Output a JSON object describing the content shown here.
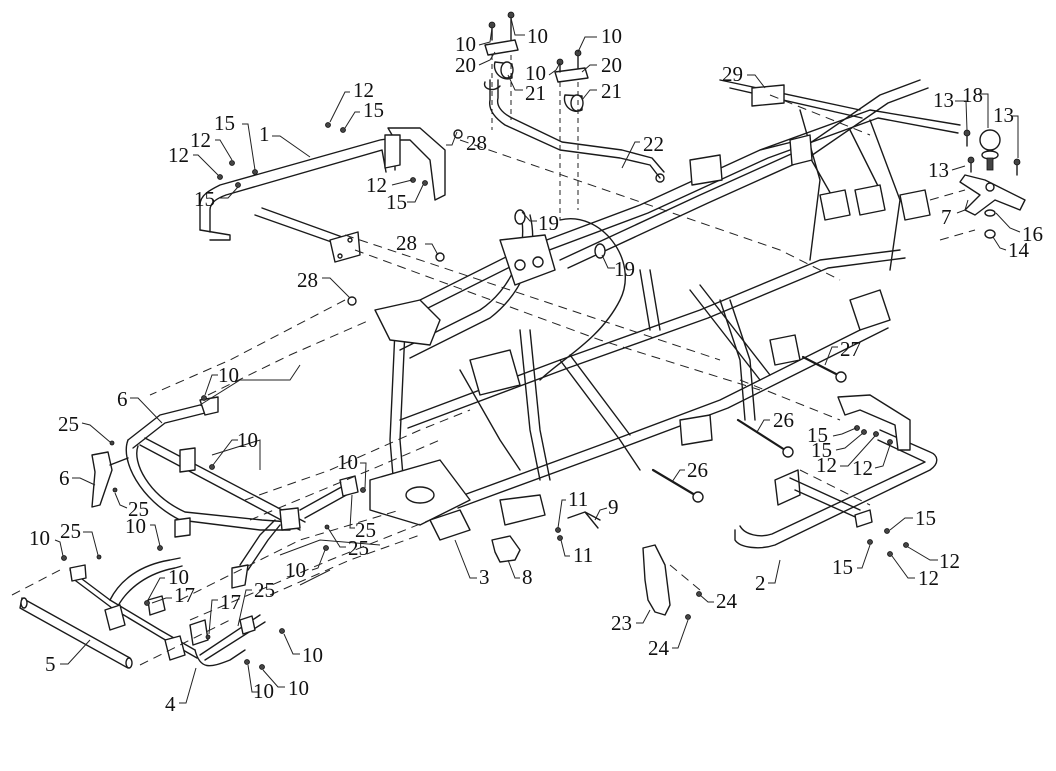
{
  "diagram": {
    "title": "ATV Frame Exploded Parts Diagram",
    "colors": {
      "line": "#1a1a1a",
      "background": "#ffffff"
    },
    "callouts": [
      {
        "id": "c-10-a",
        "label": "10",
        "part": "bolt"
      },
      {
        "id": "c-10-b",
        "label": "10",
        "part": "bolt"
      },
      {
        "id": "c-20-a",
        "label": "20",
        "part": "stabilizer-bracket"
      },
      {
        "id": "c-21-a",
        "label": "21",
        "part": "stabilizer-bushing"
      },
      {
        "id": "c-10-c",
        "label": "10",
        "part": "bolt"
      },
      {
        "id": "c-10-d",
        "label": "10",
        "part": "bolt"
      },
      {
        "id": "c-20-b",
        "label": "20",
        "part": "stabilizer-bracket"
      },
      {
        "id": "c-21-b",
        "label": "21",
        "part": "stabilizer-bushing"
      },
      {
        "id": "c-22",
        "label": "22",
        "part": "stabilizer-bar"
      },
      {
        "id": "c-29",
        "label": "29",
        "part": "label-plate"
      },
      {
        "id": "c-18",
        "label": "18",
        "part": "hitch-ball"
      },
      {
        "id": "c-13-a",
        "label": "13",
        "part": "bolt"
      },
      {
        "id": "c-13-b",
        "label": "13",
        "part": "bolt"
      },
      {
        "id": "c-13-c",
        "label": "13",
        "part": "bolt"
      },
      {
        "id": "c-7",
        "label": "7",
        "part": "hitch-plate"
      },
      {
        "id": "c-16",
        "label": "16",
        "part": "washer"
      },
      {
        "id": "c-14",
        "label": "14",
        "part": "nut"
      },
      {
        "id": "c-12-a",
        "label": "12",
        "part": "bolt"
      },
      {
        "id": "c-15-a",
        "label": "15",
        "part": "washer"
      },
      {
        "id": "c-1",
        "label": "1",
        "part": "front-bumper"
      },
      {
        "id": "c-15-b",
        "label": "15",
        "part": "washer"
      },
      {
        "id": "c-12-b",
        "label": "12",
        "part": "bolt"
      },
      {
        "id": "c-12-c",
        "label": "12",
        "part": "bolt"
      },
      {
        "id": "c-15-c",
        "label": "15",
        "part": "washer"
      },
      {
        "id": "c-28-a",
        "label": "28",
        "part": "nut"
      },
      {
        "id": "c-12-d",
        "label": "12",
        "part": "bolt"
      },
      {
        "id": "c-15-d",
        "label": "15",
        "part": "washer"
      },
      {
        "id": "c-19-a",
        "label": "19",
        "part": "bushing"
      },
      {
        "id": "c-19-b",
        "label": "19",
        "part": "bushing"
      },
      {
        "id": "c-28-b",
        "label": "28",
        "part": "nut"
      },
      {
        "id": "c-28-c",
        "label": "28",
        "part": "nut"
      },
      {
        "id": "c-27",
        "label": "27",
        "part": "long-bolt"
      },
      {
        "id": "c-10-e",
        "label": "10",
        "part": "bolt"
      },
      {
        "id": "c-6-a",
        "label": "6",
        "part": "front-subframe"
      },
      {
        "id": "c-25-a",
        "label": "25",
        "part": "screw"
      },
      {
        "id": "c-10-f",
        "label": "10",
        "part": "bolt"
      },
      {
        "id": "c-6-b",
        "label": "6",
        "part": "bracket"
      },
      {
        "id": "c-25-b",
        "label": "25",
        "part": "screw"
      },
      {
        "id": "c-10-g",
        "label": "10",
        "part": "bolt"
      },
      {
        "id": "c-25-c",
        "label": "25",
        "part": "screw"
      },
      {
        "id": "c-25-d",
        "label": "25",
        "part": "screw"
      },
      {
        "id": "c-10-h",
        "label": "10",
        "part": "bolt"
      },
      {
        "id": "c-25-e",
        "label": "25",
        "part": "screw"
      },
      {
        "id": "c-10-i",
        "label": "10",
        "part": "bolt"
      },
      {
        "id": "c-10-j",
        "label": "10",
        "part": "bolt"
      },
      {
        "id": "c-10-k",
        "label": "10",
        "part": "bolt"
      },
      {
        "id": "c-17-a",
        "label": "17",
        "part": "clip"
      },
      {
        "id": "c-17-b",
        "label": "17",
        "part": "clip"
      },
      {
        "id": "c-25-f",
        "label": "25",
        "part": "screw"
      },
      {
        "id": "c-5",
        "label": "5",
        "part": "tube"
      },
      {
        "id": "c-10-l",
        "label": "10",
        "part": "bolt"
      },
      {
        "id": "c-10-m",
        "label": "10",
        "part": "bolt"
      },
      {
        "id": "c-10-n",
        "label": "10",
        "part": "bolt"
      },
      {
        "id": "c-4",
        "label": "4",
        "part": "front-lower-frame"
      },
      {
        "id": "c-3",
        "label": "3",
        "part": "main-frame"
      },
      {
        "id": "c-8",
        "label": "8",
        "part": "clamp"
      },
      {
        "id": "c-11-a",
        "label": "11",
        "part": "nut"
      },
      {
        "id": "c-9",
        "label": "9",
        "part": "cable-bracket"
      },
      {
        "id": "c-11-b",
        "label": "11",
        "part": "nut"
      },
      {
        "id": "c-26-a",
        "label": "26",
        "part": "long-bolt"
      },
      {
        "id": "c-26-b",
        "label": "26",
        "part": "long-bolt"
      },
      {
        "id": "c-15-e",
        "label": "15",
        "part": "washer"
      },
      {
        "id": "c-15-f",
        "label": "15",
        "part": "washer"
      },
      {
        "id": "c-12-e",
        "label": "12",
        "part": "bolt"
      },
      {
        "id": "c-12-f",
        "label": "12",
        "part": "bolt"
      },
      {
        "id": "c-15-g",
        "label": "15",
        "part": "washer"
      },
      {
        "id": "c-12-g",
        "label": "12",
        "part": "bolt"
      },
      {
        "id": "c-15-h",
        "label": "15",
        "part": "washer"
      },
      {
        "id": "c-12-h",
        "label": "12",
        "part": "bolt"
      },
      {
        "id": "c-2",
        "label": "2",
        "part": "rear-bumper"
      },
      {
        "id": "c-23",
        "label": "23",
        "part": "skid-plate"
      },
      {
        "id": "c-24-a",
        "label": "24",
        "part": "screw"
      },
      {
        "id": "c-24-b",
        "label": "24",
        "part": "screw"
      }
    ]
  }
}
